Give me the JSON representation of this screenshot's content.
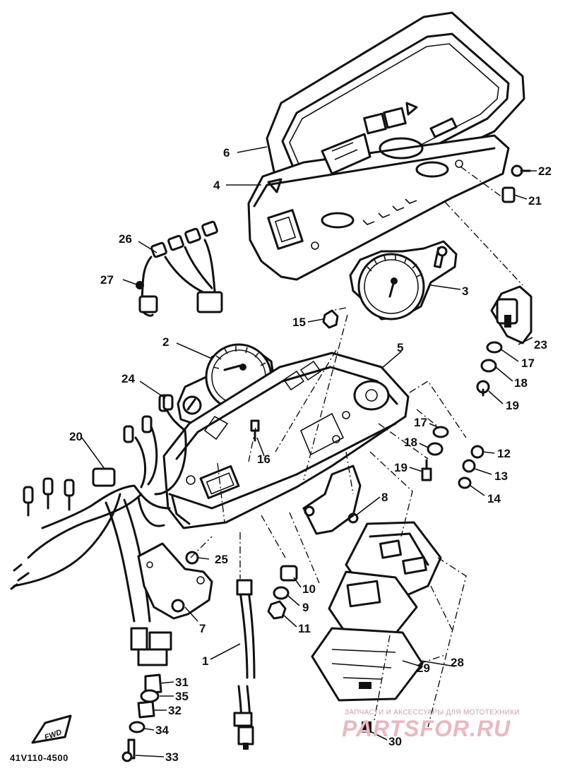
{
  "diagram": {
    "part_code": "41V110-4500",
    "watermark": {
      "caption": "ЗАПЧАСТИ И АКСЕССУАРЫ ДЛЯ МОТОТЕХНИКИ",
      "logo": "PARTSFOR.RU"
    },
    "front_arrow_text": "FWD",
    "part_numbers": [
      "1",
      "2",
      "3",
      "4",
      "5",
      "6",
      "7",
      "8",
      "9",
      "10",
      "11",
      "12",
      "13",
      "14",
      "15",
      "16",
      "17",
      "17",
      "18",
      "18",
      "19",
      "19",
      "20",
      "21",
      "22",
      "23",
      "24",
      "25",
      "26",
      "27",
      "28",
      "29",
      "30",
      "31",
      "32",
      "33",
      "34",
      "35"
    ]
  }
}
